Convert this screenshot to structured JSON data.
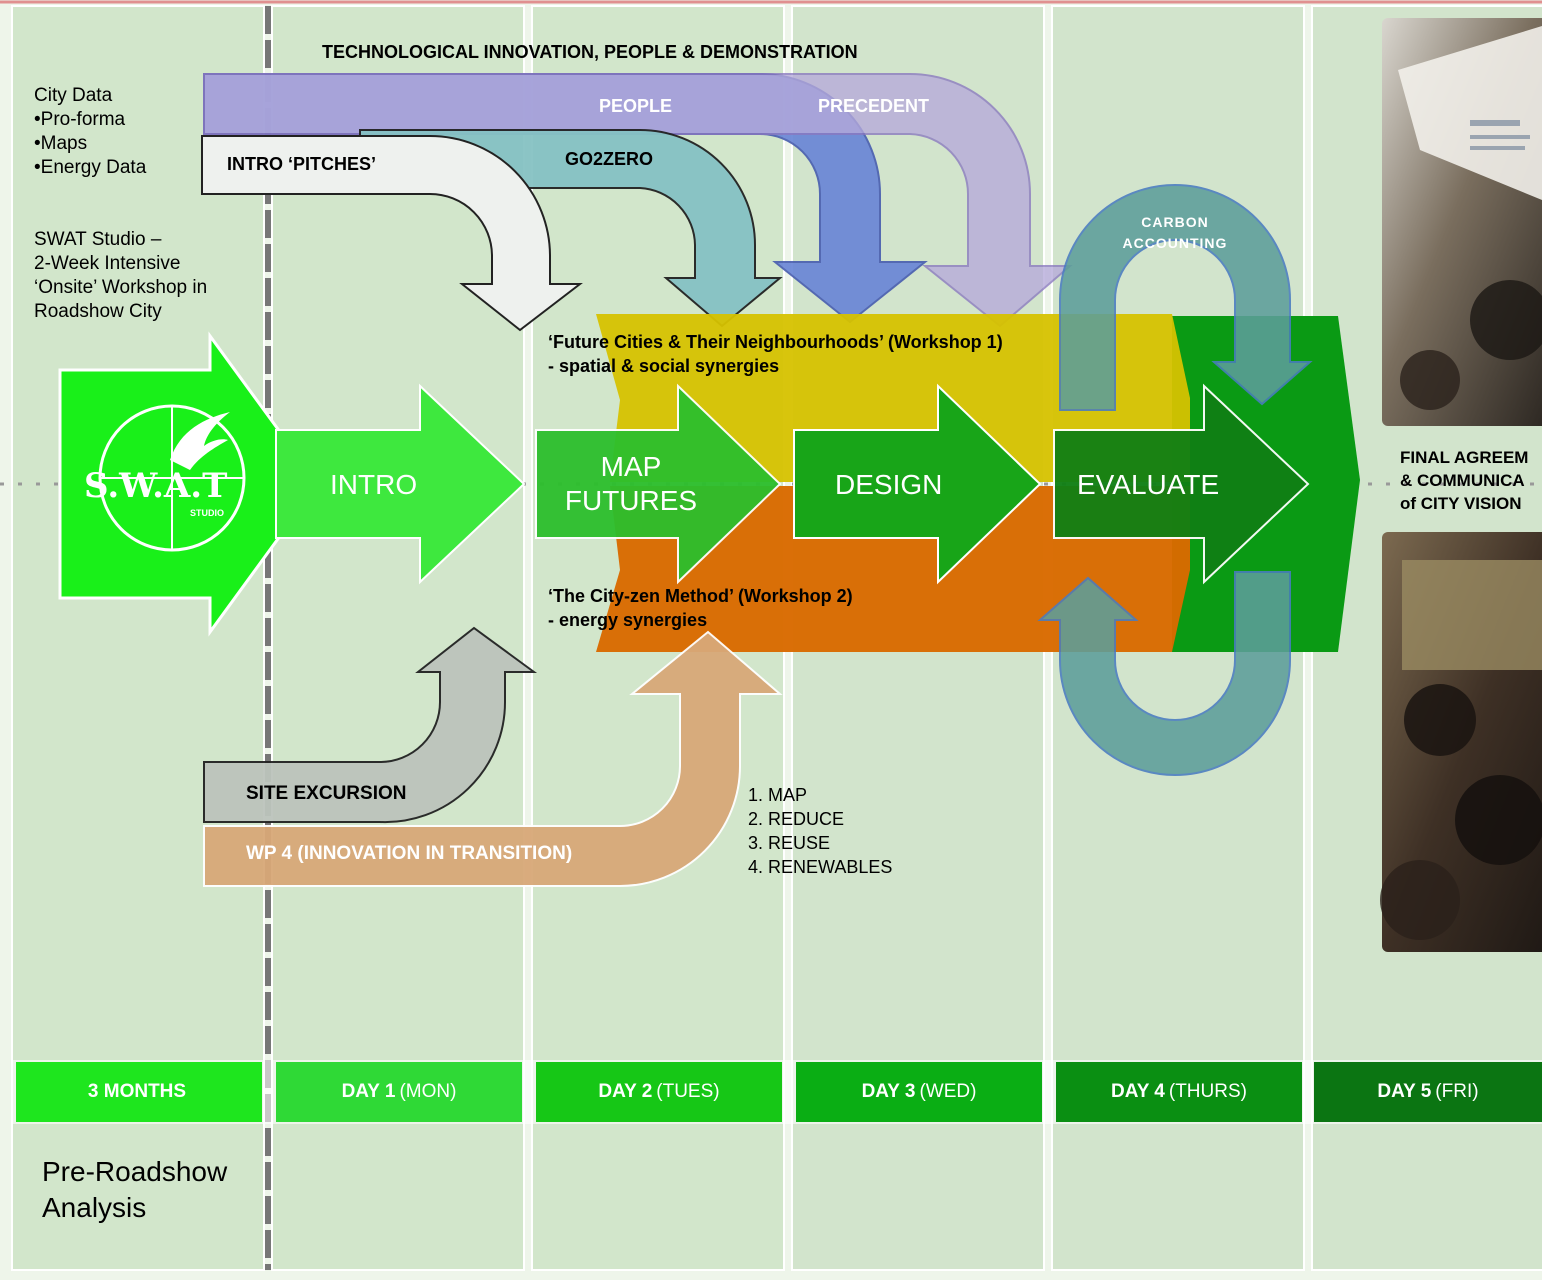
{
  "top_title": "TECHNOLOGICAL INNOVATION, PEOPLE & DEMONSTRATION",
  "left_notes": {
    "city_data": [
      "City Data",
      "•Pro-forma",
      "•Maps",
      "•Energy Data"
    ],
    "swat_studio": [
      "SWAT Studio –",
      "2-Week Intensive",
      "‘Onsite’ Workshop in",
      "Roadshow City"
    ],
    "pre_roadshow": [
      "Pre-Roadshow",
      "Analysis"
    ]
  },
  "logo_text": "S.W.A.T",
  "logo_sub": "STUDIO",
  "top_arrows": {
    "people": "PEOPLE",
    "precedent": "PRECEDENT",
    "go2zero": "GO2ZERO",
    "intro_pitches": "INTRO ‘PITCHES’"
  },
  "carbon_accounting": [
    "CARBON",
    "ACCOUNTING"
  ],
  "workshop1": [
    "‘Future Cities & Their Neighbourhoods’ (Workshop 1)",
    "- spatial & social synergies"
  ],
  "workshop2": [
    "‘The City-zen Method’ (Workshop 2)",
    "- energy synergies"
  ],
  "phases": {
    "intro": "INTRO",
    "map_futures": [
      "MAP",
      "FUTURES"
    ],
    "design": "DESIGN",
    "evaluate": "EVALUATE"
  },
  "final": [
    "FINAL AGREEM",
    "& COMMUNICA",
    "of CITY VISION"
  ],
  "bottom_arrows": {
    "site_excursion": "SITE EXCURSION",
    "wp4": "WP 4 (INNOVATION IN TRANSITION)"
  },
  "steps": [
    "1. MAP",
    "2. REDUCE",
    "3. REUSE",
    "4. RENEWABLES"
  ],
  "days": [
    {
      "bold": "3 MONTHS",
      "rest": "",
      "color": "#1ee61e"
    },
    {
      "bold": "DAY 1",
      "rest": "(MON)",
      "color": "#2fd936"
    },
    {
      "bold": "DAY 2",
      "rest": "(TUES)",
      "color": "#16c716"
    },
    {
      "bold": "DAY 3",
      "rest": "(WED)",
      "color": "#0aae14"
    },
    {
      "bold": "DAY 4",
      "rest": "(THURS)",
      "color": "#0a8f12"
    },
    {
      "bold": "DAY 5",
      "rest": "(FRI)",
      "color": "#0b7512"
    }
  ],
  "colors": {
    "column_bg": "#d4e7cc",
    "bright_green": "#19f019",
    "yellow_band": "#d8c200",
    "orange_band": "#d96a00",
    "people_blue": "#6a86d6",
    "precedent_lavender": "#b8acdc",
    "go2zero_teal": "#86c2c4",
    "carbon_teal": "#5d9e9a",
    "site_grey": "#bcc4bc",
    "wp4_tan": "#d8a878"
  }
}
